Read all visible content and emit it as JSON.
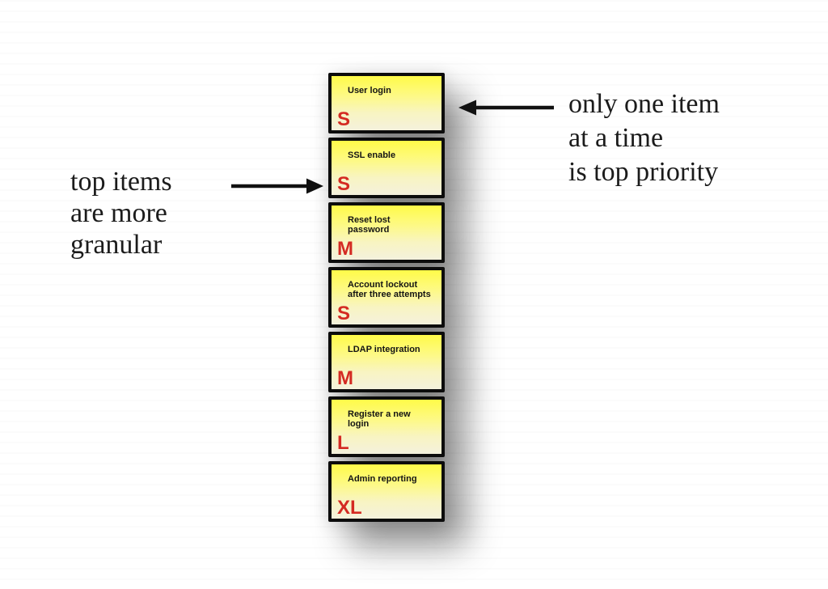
{
  "diagram": {
    "description": "Product backlog priority stack diagram"
  },
  "annotations": {
    "left": {
      "lines": [
        "top items",
        "are more",
        "granular"
      ]
    },
    "right": {
      "lines": [
        "only one item",
        "at a time",
        "is top priority"
      ]
    }
  },
  "cards": [
    {
      "title": "User login",
      "size": "S"
    },
    {
      "title": "SSL enable",
      "size": "S"
    },
    {
      "title": "Reset lost password",
      "size": "M"
    },
    {
      "title": "Account lockout after three attempts",
      "size": "S"
    },
    {
      "title": "LDAP integration",
      "size": "M"
    },
    {
      "title": "Register a new login",
      "size": "L"
    },
    {
      "title": "Admin reporting",
      "size": "XL"
    }
  ],
  "colors": {
    "card_yellow_top": "#fffb48",
    "card_yellow_bottom": "#f4f1dd",
    "card_border": "#0c0c0c",
    "size_red": "#d42a22",
    "annotation_text": "#1b1b1b",
    "arrow": "#111111"
  }
}
